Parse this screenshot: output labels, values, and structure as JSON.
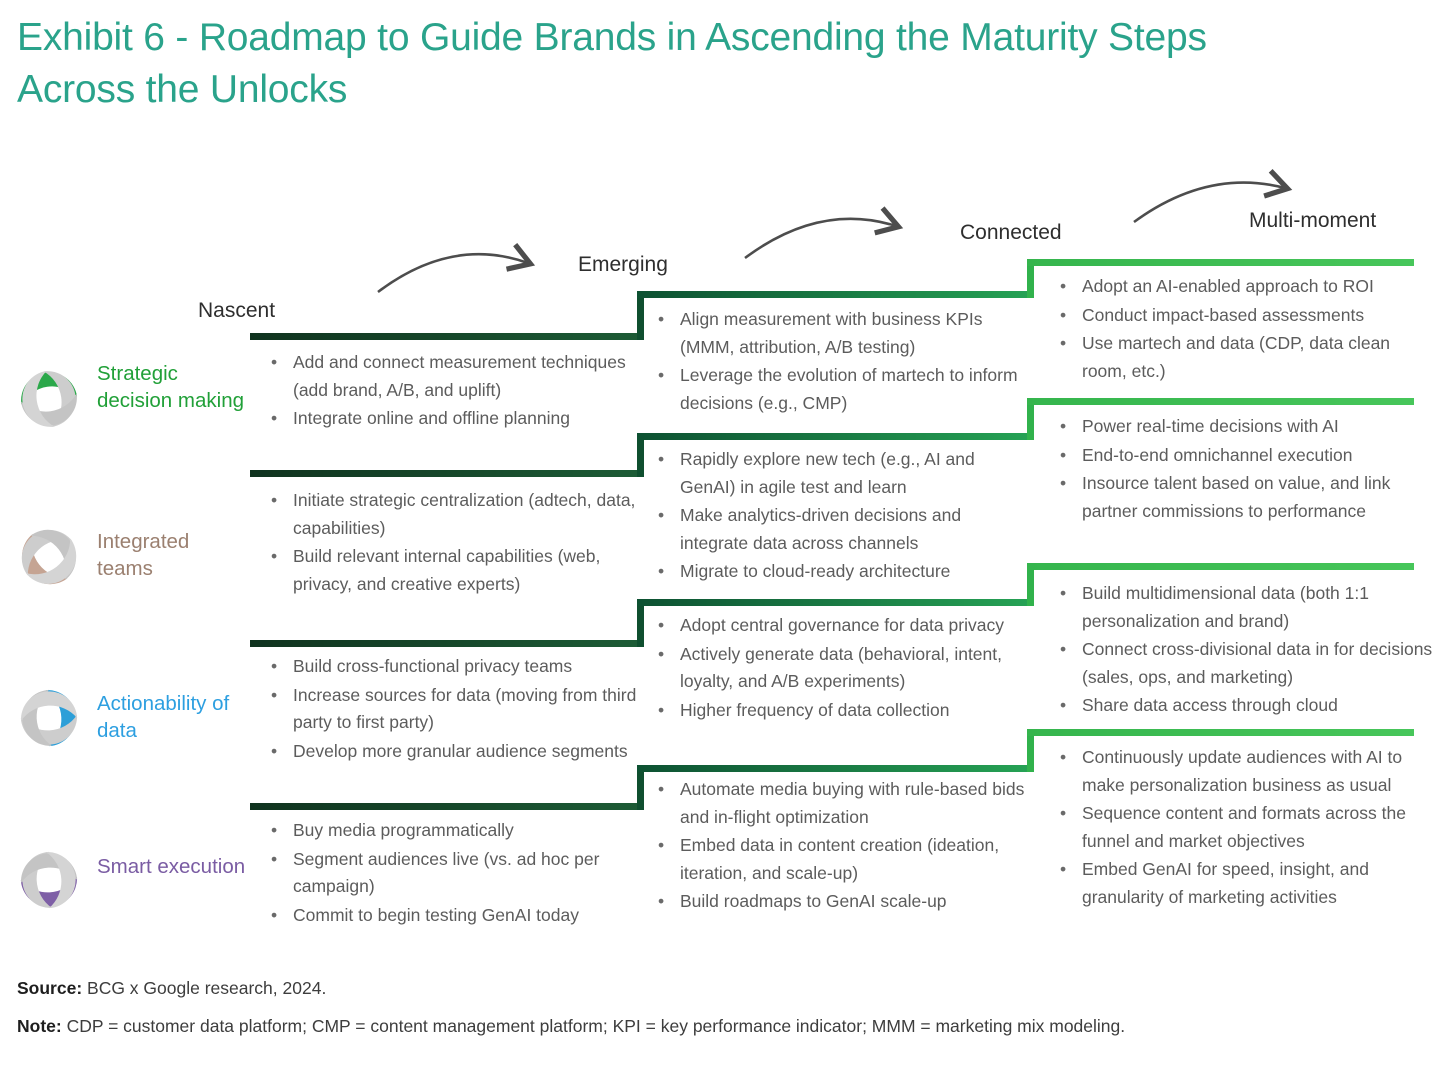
{
  "title": {
    "full": "Exhibit 6 - Roadmap to Guide Brands in Ascending the Maturity Steps Across the Unlocks",
    "line1": "Exhibit 6 - Roadmap to Guide Brands in Ascending the Maturity Steps",
    "line2": "Across the Unlocks"
  },
  "stages": [
    {
      "label": "Nascent"
    },
    {
      "label": "Emerging"
    },
    {
      "label": "Connected"
    },
    {
      "label": "Multi-moment"
    }
  ],
  "rows": [
    {
      "label": "Strategic decision making",
      "icon": "swirl-icon",
      "icon_color": "#2ba84a",
      "bullets": {
        "nascent": [
          "Add and connect measurement techniques (add brand, A/B, and uplift)",
          "Integrate online and offline planning"
        ],
        "emerging": [
          "Align measurement with business KPIs (MMM, attribution, A/B testing)",
          "Leverage the evolution of martech to inform decisions (e.g., CMP)"
        ],
        "connected": [
          "Adopt an AI-enabled approach to ROI",
          "Conduct impact-based assessments",
          "Use martech and data (CDP, data clean room, etc.)"
        ]
      }
    },
    {
      "label": "Integrated teams",
      "icon": "swirl-icon",
      "icon_color": "#c5a493",
      "bullets": {
        "nascent": [
          "Initiate strategic centralization (adtech, data, capabilities)",
          "Build relevant internal capabilities (web, privacy, and creative experts)"
        ],
        "emerging": [
          "Rapidly explore new tech (e.g., AI and GenAI) in agile test and learn",
          "Make analytics-driven decisions and integrate data across channels",
          "Migrate to cloud-ready architecture"
        ],
        "connected": [
          "Power real-time decisions with AI",
          "End-to-end omnichannel execution",
          "Insource talent based on value, and link partner commissions to performance"
        ]
      }
    },
    {
      "label": "Actionability of data",
      "icon": "swirl-icon",
      "icon_color": "#2d9fd8",
      "bullets": {
        "nascent": [
          "Build cross-functional privacy teams",
          "Increase sources for data (moving from third party to first party)",
          "Develop more granular audience segments"
        ],
        "emerging": [
          "Adopt central governance for data privacy",
          "Actively generate data (behavioral, intent, loyalty, and A/B experiments)",
          "Higher frequency of data collection"
        ],
        "connected": [
          "Build multidimensional data (both 1:1 personalization and brand)",
          "Connect cross-divisional data in for decisions (sales, ops, and marketing)",
          "Share data access through cloud"
        ]
      }
    },
    {
      "label": "Smart execution",
      "icon": "swirl-icon",
      "icon_color": "#7e5fa6",
      "bullets": {
        "nascent": [
          "Buy media programmatically",
          "Segment audiences live (vs. ad hoc per campaign)",
          "Commit to begin testing GenAI today"
        ],
        "emerging": [
          "Automate media buying with rule-based bids and in-flight optimization",
          "Embed data in content creation (ideation, iteration, and scale-up)",
          "Build roadmaps to GenAI scale-up"
        ],
        "connected": [
          "Continuously update audiences with AI to make personalization business as usual",
          "Sequence content and formats across the funnel and market objectives",
          "Embed GenAI for speed, insight, and granularity of marketing activities"
        ]
      }
    }
  ],
  "footer": {
    "source_label": "Source:",
    "source_text": " BCG x Google research, 2024.",
    "note_label": "Note:",
    "note_text": " CDP = customer data platform; CMP = content management platform; KPI = key performance indicator; MMM = marketing mix modeling."
  },
  "colors": {
    "title": "#2aa38b",
    "stage_label": "#2e2e2e",
    "bullet_text": "#5c5c5c",
    "nascent_line_dark": "#10331f",
    "emerging_line": "#0d5132",
    "connected_line": "#35b54d",
    "row_strategic": "#21a038",
    "row_integrated": "#9b8070",
    "row_actionability": "#2d9fe0",
    "row_smart": "#7a5ca3",
    "arrow": "#4d4d4d"
  }
}
